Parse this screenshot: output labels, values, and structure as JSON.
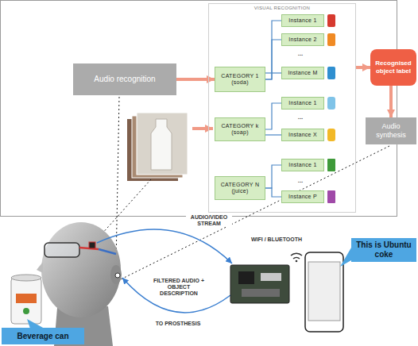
{
  "diagram": {
    "nodes": [
      {
        "text": [
          "Audio recognition"
        ]
      },
      {
        "text": [
          "VISUAL RECOGNITION"
        ]
      },
      {
        "text": [
          "CATEGORY 1 (soda)"
        ],
        "in": 1
      },
      {
        "text": [
          "Instance 1"
        ],
        "in": 1
      },
      {
        "text": [
          "Instance 2"
        ],
        "in": 1
      },
      {
        "text": [
          "Instance M"
        ],
        "in": 1
      },
      {
        "text": [
          "CATEGORY k (soap)"
        ],
        "in": 1
      },
      {
        "text": [
          "Instance 1"
        ],
        "in": 1
      },
      {
        "text": [
          "Instance X"
        ],
        "in": 1
      },
      {
        "text": [
          "CATEGORY N (juice)"
        ],
        "in": 1
      },
      {
        "text": [
          "Instance 1"
        ],
        "in": 1
      },
      {
        "text": [
          "Instance P"
        ],
        "in": 1
      },
      {
        "text": [
          "Recognised object label"
        ]
      },
      {
        "text": [
          "Audio synthesis"
        ]
      },
      {
        "text": [
          "This is Ubuntu coke"
        ]
      },
      {
        "text": [
          "Beverage can"
        ]
      }
    ],
    "edges": [
      {
        "from": 0,
        "to": 2,
        "arrow": "to"
      },
      {
        "from": 2,
        "to": 3,
        "arrow": "none"
      },
      {
        "from": 2,
        "to": 4,
        "arrow": "none"
      },
      {
        "from": 2,
        "to": 5,
        "arrow": "none"
      },
      {
        "from": 6,
        "to": 7,
        "arrow": "none"
      },
      {
        "from": 6,
        "to": 8,
        "arrow": "none"
      },
      {
        "from": 9,
        "to": 10,
        "arrow": "none"
      },
      {
        "from": 9,
        "to": 11,
        "arrow": "none"
      },
      {
        "from": 1,
        "to": 12,
        "arrow": "to"
      },
      {
        "from": 12,
        "to": 13,
        "arrow": "to"
      }
    ],
    "labels": [
      "...",
      "...",
      "...",
      "AUDIO/VIDEO STREAM",
      "WIFI / BLUETOOTH",
      "FILTERED AUDIO + OBJECT DESCRIPTION",
      "TO PROSTHESIS"
    ]
  }
}
